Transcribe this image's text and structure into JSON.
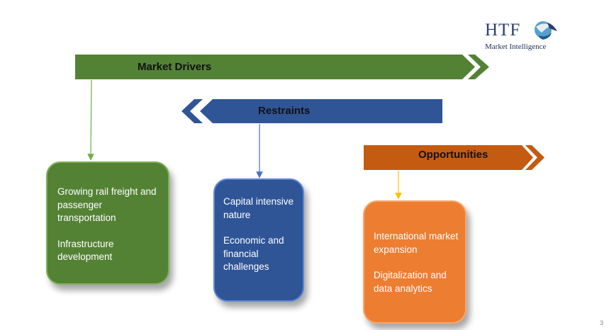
{
  "logo": {
    "wordmark": "HTF",
    "tagline": "Market Intelligence"
  },
  "banners": {
    "drivers": {
      "label": "Market Drivers",
      "color": "#548235"
    },
    "restraints": {
      "label": "Restraints",
      "color": "#2F5597"
    },
    "opportunities": {
      "label": "Opportunities",
      "color": "#C55A11"
    }
  },
  "cards": {
    "drivers": {
      "color": "#548235",
      "items": [
        "Growing rail freight and passenger transportation",
        "Infrastructure development"
      ]
    },
    "restraints": {
      "color": "#2F5597",
      "items": [
        "Capital intensive nature",
        "Economic and financial challenges"
      ]
    },
    "opportunities": {
      "color": "#ED7D31",
      "items": [
        "International market expansion",
        "Digitalization and data analytics"
      ]
    }
  },
  "page_number": "3"
}
